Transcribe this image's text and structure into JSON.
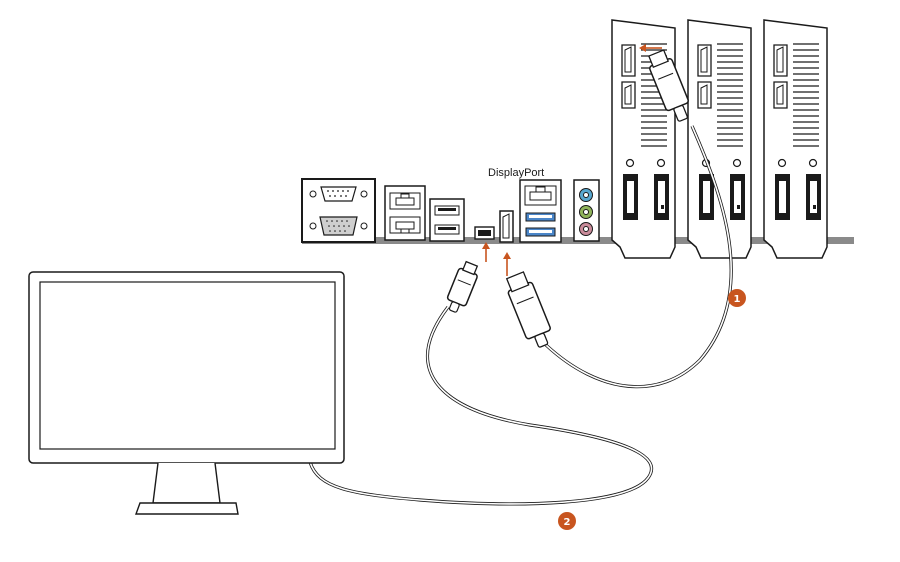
{
  "labels": {
    "port": "DisplayPort"
  },
  "steps": [
    {
      "number": "1"
    },
    {
      "number": "2"
    }
  ],
  "colors": {
    "accent": "#c8551f",
    "usb3_blue": "#4a86c9",
    "audio_blue": "#57a7cf",
    "audio_green": "#8fb35a",
    "audio_pink": "#c98b9a",
    "panel_gray": "#8a8a8a",
    "line": "#1a1a1a"
  },
  "icons": {
    "monitor": "monitor-icon",
    "io_panel": "rear-io-panel",
    "gpu": "graphics-card-bracket",
    "cable": "displayport-cable",
    "arrow": "insert-arrow"
  }
}
